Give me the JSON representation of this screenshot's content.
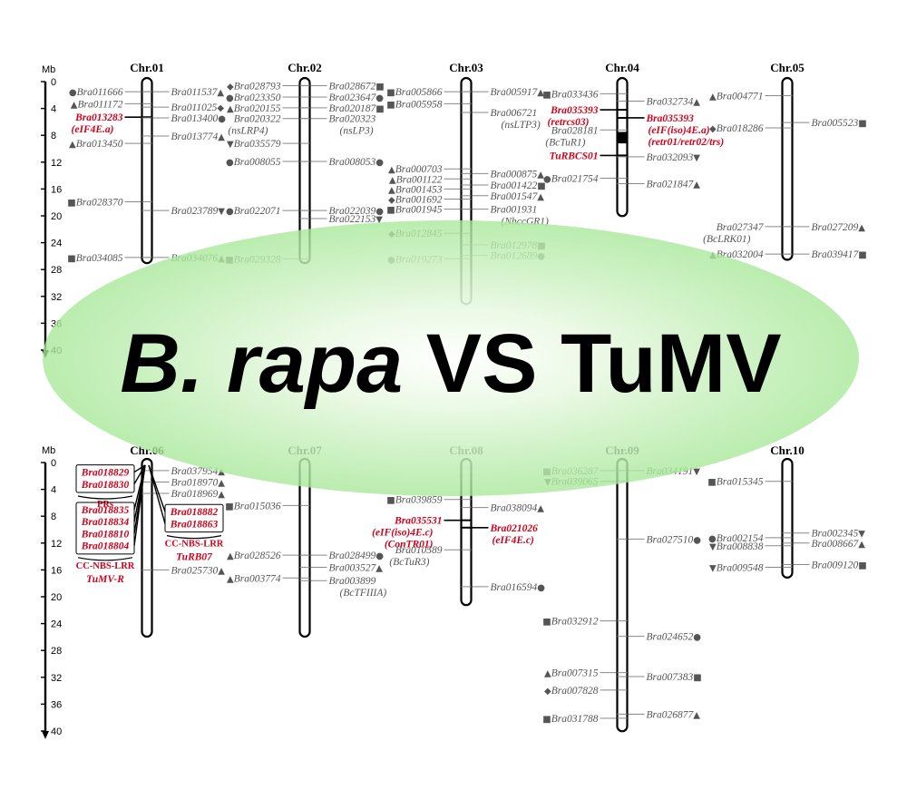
{
  "title": {
    "species": "B. rapa",
    "rest": " VS TuMV"
  },
  "scale": {
    "unit": "Mb",
    "ticks": [
      0,
      4,
      8,
      12,
      16,
      20,
      24,
      28,
      32,
      36,
      40
    ]
  },
  "panels": [
    {
      "chromosomes": [
        {
          "id": "Chr.01",
          "length": 26.5,
          "genes": [
            {
              "name": "Bra011666",
              "pos": 1.5,
              "side": "L",
              "m": "●"
            },
            {
              "name": "Bra011537",
              "pos": 1.5,
              "side": "R",
              "m": "▲"
            },
            {
              "name": "Bra011172",
              "pos": 3.3,
              "side": "L",
              "m": "▲"
            },
            {
              "name": "Bra011025",
              "pos": 3.8,
              "side": "R",
              "m": "◆"
            },
            {
              "name": "Bra013283",
              "pos": 5.3,
              "side": "L",
              "red": true,
              "note": "(eIF4E.a)"
            },
            {
              "name": "Bra013400",
              "pos": 5.4,
              "side": "R",
              "m": "●"
            },
            {
              "name": "Bra013774",
              "pos": 8.1,
              "side": "R",
              "m": "▲"
            },
            {
              "name": "Bra013450",
              "pos": 9.2,
              "side": "L",
              "m": "▲"
            },
            {
              "name": "Bra028370",
              "pos": 17.9,
              "side": "L",
              "m": "■"
            },
            {
              "name": "Bra023789",
              "pos": 19.2,
              "side": "R",
              "m": "▼"
            },
            {
              "name": "Bra034085",
              "pos": 26.2,
              "side": "L",
              "m": "■"
            },
            {
              "name": "Bra034076",
              "pos": 26.2,
              "side": "R",
              "m": "▲"
            }
          ]
        },
        {
          "id": "Chr.02",
          "length": 26.5,
          "genes": [
            {
              "name": "Bra028793",
              "pos": 0.6,
              "side": "L",
              "m": "◆"
            },
            {
              "name": "Bra028672",
              "pos": 0.6,
              "side": "R",
              "m": "■"
            },
            {
              "name": "Bra023350",
              "pos": 2.3,
              "side": "L",
              "m": "●"
            },
            {
              "name": "Bra023647",
              "pos": 2.3,
              "side": "R",
              "m": "●"
            },
            {
              "name": "Bra020155",
              "pos": 3.9,
              "side": "L",
              "m": "▲"
            },
            {
              "name": "Bra020187",
              "pos": 3.9,
              "side": "R",
              "m": "■"
            },
            {
              "name": "Bra020322",
              "pos": 5.5,
              "side": "L",
              "note": "(nsLRP4)"
            },
            {
              "name": "Bra020323",
              "pos": 5.5,
              "side": "R",
              "note": "(nsLP3)"
            },
            {
              "name": "Bra035579",
              "pos": 9.2,
              "side": "L",
              "m": "▼"
            },
            {
              "name": "Bra008055",
              "pos": 11.9,
              "side": "L",
              "m": "●"
            },
            {
              "name": "Bra008053",
              "pos": 11.9,
              "side": "R",
              "m": "●"
            },
            {
              "name": "Bra022071",
              "pos": 19.2,
              "side": "L",
              "m": "●"
            },
            {
              "name": "Bra022039",
              "pos": 19.2,
              "side": "R",
              "m": "●"
            },
            {
              "name": "Bra022153",
              "pos": 20.4,
              "side": "R",
              "m": "▼"
            },
            {
              "name": "Bra029328",
              "pos": 26.4,
              "side": "L",
              "m": "■"
            }
          ]
        },
        {
          "id": "Chr.03",
          "length": 32.6,
          "genes": [
            {
              "name": "Bra005866",
              "pos": 1.5,
              "side": "L",
              "m": "■"
            },
            {
              "name": "Bra005917",
              "pos": 1.5,
              "side": "R",
              "m": "▲"
            },
            {
              "name": "Bra005958",
              "pos": 3.3,
              "side": "L",
              "m": "■"
            },
            {
              "name": "Bra006721",
              "pos": 4.6,
              "side": "R",
              "note": "(nsLTP3)"
            },
            {
              "name": "Bra000703",
              "pos": 13.0,
              "side": "L",
              "m": "▲"
            },
            {
              "name": "Bra000875",
              "pos": 13.7,
              "side": "R",
              "m": "▲"
            },
            {
              "name": "Bra001122",
              "pos": 14.5,
              "side": "L",
              "m": "▲"
            },
            {
              "name": "Bra001422",
              "pos": 15.4,
              "side": "R",
              "m": "■"
            },
            {
              "name": "Bra001453",
              "pos": 16.0,
              "side": "L",
              "m": "▲"
            },
            {
              "name": "Bra001547",
              "pos": 17.0,
              "side": "R",
              "m": "▲"
            },
            {
              "name": "Bra001692",
              "pos": 17.5,
              "side": "L",
              "m": "◆"
            },
            {
              "name": "Bra001945",
              "pos": 19.0,
              "side": "L",
              "m": "■"
            },
            {
              "name": "Bra001931",
              "pos": 19.0,
              "side": "R",
              "note": "(NhccGR1)"
            },
            {
              "name": "Bra012845",
              "pos": 22.6,
              "side": "L",
              "m": "◆"
            },
            {
              "name": "Bra012978",
              "pos": 24.3,
              "side": "R",
              "m": "■"
            },
            {
              "name": "Bra012689",
              "pos": 25.9,
              "side": "R",
              "m": "●"
            },
            {
              "name": "Bra019273",
              "pos": 26.4,
              "side": "L",
              "m": "●"
            }
          ]
        },
        {
          "id": "Chr.04",
          "length": 19.5,
          "genes": [
            {
              "name": "Bra033436",
              "pos": 1.8,
              "side": "L",
              "m": "■"
            },
            {
              "name": "Bra032734",
              "pos": 2.9,
              "side": "R",
              "m": "▲"
            },
            {
              "name": "Bra035393",
              "pos": 4.2,
              "side": "L",
              "red": true,
              "note": "(retrcs03)"
            },
            {
              "name": "Bra035393",
              "pos": 5.4,
              "side": "R",
              "red": true,
              "note": "(eIF(iso)4E.a)",
              "note2": "(retr01/retr02/trs)"
            },
            {
              "name": "Bra028181",
              "pos": 7.2,
              "side": "L",
              "note": "(BcTuR1)"
            },
            {
              "name": "TuRBCS01",
              "pos": 11.0,
              "side": "L",
              "red": true
            },
            {
              "name": "Bra032093",
              "pos": 11.2,
              "side": "R",
              "m": "▼"
            },
            {
              "name": "Bra021754",
              "pos": 14.4,
              "side": "L",
              "m": "●"
            },
            {
              "name": "Bra021847",
              "pos": 15.2,
              "side": "R",
              "m": "▲"
            }
          ],
          "band": [
            7.5,
            9.2
          ]
        },
        {
          "id": "Chr.05",
          "length": 26.0,
          "genes": [
            {
              "name": "Bra004771",
              "pos": 2.1,
              "side": "L",
              "m": "▲"
            },
            {
              "name": "Bra005523",
              "pos": 6.1,
              "side": "R",
              "m": "■"
            },
            {
              "name": "Bra018286",
              "pos": 6.9,
              "side": "L",
              "m": "◆"
            },
            {
              "name": "Bra027347",
              "pos": 21.6,
              "side": "L",
              "note": "(BcLRK01)"
            },
            {
              "name": "Bra027209",
              "pos": 21.6,
              "side": "R",
              "m": "▲"
            },
            {
              "name": "Bra032004",
              "pos": 25.7,
              "side": "L",
              "m": "▲"
            },
            {
              "name": "Bra039417",
              "pos": 25.7,
              "side": "R",
              "m": "■"
            }
          ]
        }
      ]
    },
    {
      "chromosomes": [
        {
          "id": "Chr.06",
          "length": 25.4,
          "genes": [
            {
              "name": "Bra037954",
              "pos": 1.2,
              "side": "R",
              "m": "▲"
            },
            {
              "name": "Bra018970",
              "pos": 2.9,
              "side": "R",
              "m": "▲"
            },
            {
              "name": "Bra018969",
              "pos": 4.6,
              "side": "R",
              "m": "▲"
            },
            {
              "name": "Bra025730",
              "pos": 16.0,
              "side": "R",
              "m": "▲"
            }
          ],
          "groupsL": [
            {
              "label": "PRs",
              "genes": [
                "Bra018829",
                "Bra018830"
              ],
              "top": 1.7
            },
            {
              "label": "CC-NBS-LRR",
              "genes": [
                "Bra018835",
                "Bra018834",
                "Bra018810",
                "Bra018804"
              ],
              "top": 7.3,
              "extra": "TuMV-R"
            }
          ],
          "groupsR": [
            {
              "label": "CC-NBS-LRR",
              "genes": [
                "Bra018882",
                "Bra018863"
              ],
              "top": 7.6,
              "extra": "TuRB07"
            }
          ]
        },
        {
          "id": "Chr.07",
          "length": 25.4,
          "genes": [
            {
              "name": "Bra015036",
              "pos": 6.4,
              "side": "L",
              "m": "■"
            },
            {
              "name": "Bra028526",
              "pos": 13.8,
              "side": "L",
              "m": "▲"
            },
            {
              "name": "Bra028499",
              "pos": 13.8,
              "side": "R",
              "m": "●"
            },
            {
              "name": "Bra003527",
              "pos": 15.6,
              "side": "R",
              "m": "▲"
            },
            {
              "name": "Bra003774",
              "pos": 17.2,
              "side": "L",
              "m": "▲"
            },
            {
              "name": "Bra003899",
              "pos": 17.6,
              "side": "R",
              "note": "(BcTFIIIA)"
            }
          ]
        },
        {
          "id": "Chr.08",
          "length": 20.7,
          "genes": [
            {
              "name": "Bra039859",
              "pos": 5.5,
              "side": "L",
              "m": "■"
            },
            {
              "name": "Bra038094",
              "pos": 6.7,
              "side": "R",
              "m": "▲"
            },
            {
              "name": "Bra035531",
              "pos": 8.6,
              "side": "L",
              "red": true,
              "note": "(eIF(iso)4E.c)",
              "note2": "(ConTR01)"
            },
            {
              "name": "Bra021026",
              "pos": 9.7,
              "side": "R",
              "red": true,
              "note": "(eIF4E.c)"
            },
            {
              "name": "Bra010589",
              "pos": 13.0,
              "side": "L",
              "note": "(BcTuR3)"
            },
            {
              "name": "Bra016594",
              "pos": 18.5,
              "side": "R",
              "m": "●"
            }
          ]
        },
        {
          "id": "Chr.09",
          "length": 39.5,
          "genes": [
            {
              "name": "Bra036287",
              "pos": 1.2,
              "side": "L",
              "m": "■"
            },
            {
              "name": "Bra034191",
              "pos": 1.2,
              "side": "R",
              "m": "▼"
            },
            {
              "name": "Bra039065",
              "pos": 2.8,
              "side": "L",
              "m": "▼"
            },
            {
              "name": "Bra027510",
              "pos": 11.4,
              "side": "R",
              "m": "●"
            },
            {
              "name": "Bra032912",
              "pos": 23.6,
              "side": "L",
              "m": "■"
            },
            {
              "name": "Bra024652",
              "pos": 25.9,
              "side": "R",
              "m": "●"
            },
            {
              "name": "Bra007315",
              "pos": 31.3,
              "side": "L",
              "m": "▲"
            },
            {
              "name": "Bra007383",
              "pos": 31.9,
              "side": "R",
              "m": "■"
            },
            {
              "name": "Bra007828",
              "pos": 33.9,
              "side": "L",
              "m": "◆"
            },
            {
              "name": "Bra031788",
              "pos": 38.1,
              "side": "L",
              "m": "■"
            },
            {
              "name": "Bra026877",
              "pos": 37.5,
              "side": "R",
              "m": "▲"
            }
          ]
        },
        {
          "id": "Chr.10",
          "length": 16.6,
          "genes": [
            {
              "name": "Bra015345",
              "pos": 2.8,
              "side": "L",
              "m": "■"
            },
            {
              "name": "Bra002154",
              "pos": 11.2,
              "side": "L",
              "m": "●"
            },
            {
              "name": "Bra002345",
              "pos": 10.5,
              "side": "R",
              "m": "▼"
            },
            {
              "name": "Bra008838",
              "pos": 12.4,
              "side": "L",
              "m": "▼"
            },
            {
              "name": "Bra008667",
              "pos": 12.0,
              "side": "R",
              "m": "▲"
            },
            {
              "name": "Bra009548",
              "pos": 15.6,
              "side": "L",
              "m": "▼"
            },
            {
              "name": "Bra009120",
              "pos": 15.2,
              "side": "R",
              "m": "■"
            }
          ]
        }
      ]
    }
  ]
}
